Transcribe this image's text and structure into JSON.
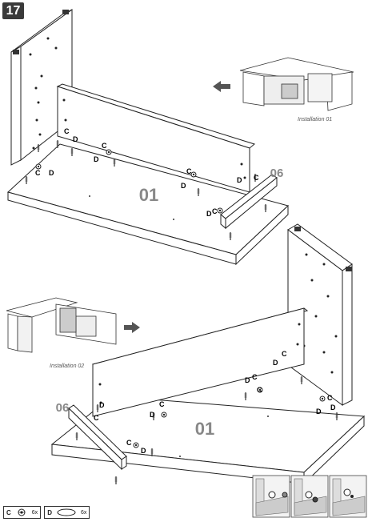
{
  "step": "17",
  "captions": {
    "installation_01": "Installation 01",
    "installation_02": "Installation 02"
  },
  "panel_labels": {
    "board": "01",
    "leg": "06"
  },
  "callouts": {
    "c": "C",
    "d": "D"
  },
  "legend": [
    {
      "letter": "C",
      "icon": "cam-lock-icon",
      "qty": "6x"
    },
    {
      "letter": "D",
      "icon": "cam-dowel-icon",
      "qty": "6x"
    }
  ]
}
